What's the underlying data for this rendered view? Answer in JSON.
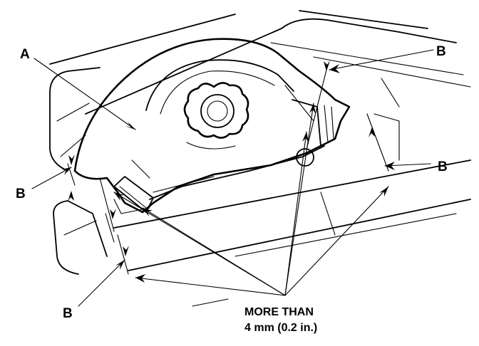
{
  "callouts": {
    "a": "A",
    "b_upper_right": "B",
    "b_right": "B",
    "b_left": "B",
    "b_lower_left": "B"
  },
  "note": {
    "line1": "MORE THAN",
    "line2": "4 mm (0.2 in.)"
  }
}
